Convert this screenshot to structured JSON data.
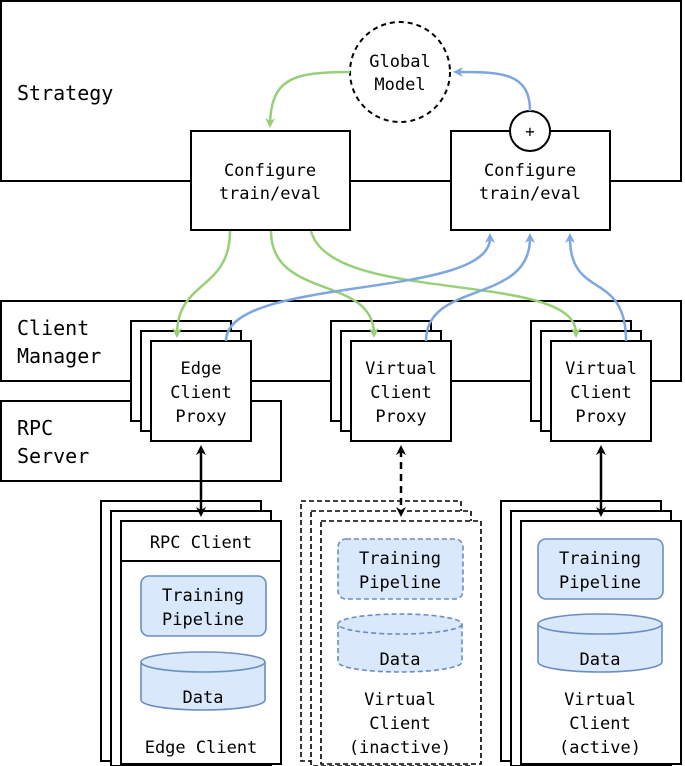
{
  "strategy": {
    "label": "Strategy"
  },
  "global_model": {
    "line1": "Global",
    "line2": "Model"
  },
  "aggregate": {
    "symbol": "+"
  },
  "configure_left": {
    "line1": "Configure",
    "line2": "train/eval"
  },
  "configure_right": {
    "line1": "Configure",
    "line2": "train/eval"
  },
  "client_manager": {
    "line1": "Client",
    "line2": "Manager"
  },
  "rpc_server": {
    "line1": "RPC",
    "line2": "Server"
  },
  "proxies": [
    {
      "line1": "Edge",
      "line2": "Client",
      "line3": "Proxy"
    },
    {
      "line1": "Virtual",
      "line2": "Client",
      "line3": "Proxy"
    },
    {
      "line1": "Virtual",
      "line2": "Client",
      "line3": "Proxy"
    }
  ],
  "edge_client": {
    "rpc_client": "RPC Client",
    "training_line1": "Training",
    "training_line2": "Pipeline",
    "data": "Data",
    "label": "Edge Client"
  },
  "virtual_inactive": {
    "training_line1": "Training",
    "training_line2": "Pipeline",
    "data": "Data",
    "line1": "Virtual",
    "line2": "Client",
    "line3": "(inactive)"
  },
  "virtual_active": {
    "training_line1": "Training",
    "training_line2": "Pipeline",
    "data": "Data",
    "line1": "Virtual",
    "line2": "Client",
    "line3": "(active)"
  },
  "colors": {
    "configure_arrow": "#97d077",
    "result_arrow": "#7ea6e0",
    "component_fill": "#dae8fc",
    "component_stroke": "#6c8ebf"
  }
}
